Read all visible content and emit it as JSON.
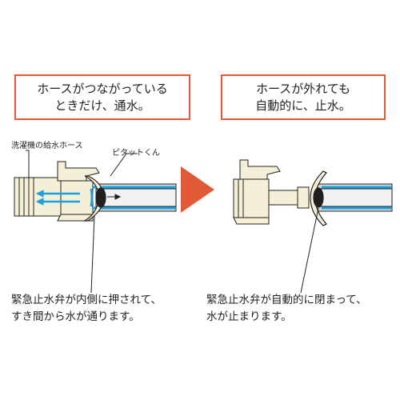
{
  "left_panel": {
    "heading_lines": [
      "ホースがつながっている",
      "ときだけ、通水。"
    ],
    "label_hose": "洗濯機の給水ホース",
    "label_product": "ピタットくん",
    "caption_lines": [
      "緊急止水弁が内側に押されて、",
      "すき間から水が通ります。"
    ]
  },
  "right_panel": {
    "heading_lines": [
      "ホースが外れても",
      "自動的に、止水。"
    ],
    "caption_lines": [
      "緊急止水弁が自動的に閉まって、",
      "水が止まります。"
    ]
  },
  "colors": {
    "accent": "#e05a37",
    "water": "#1a9fe0",
    "fitting": "#f4f0d8",
    "hose": "#d8d8d8",
    "outline": "#231f20"
  }
}
